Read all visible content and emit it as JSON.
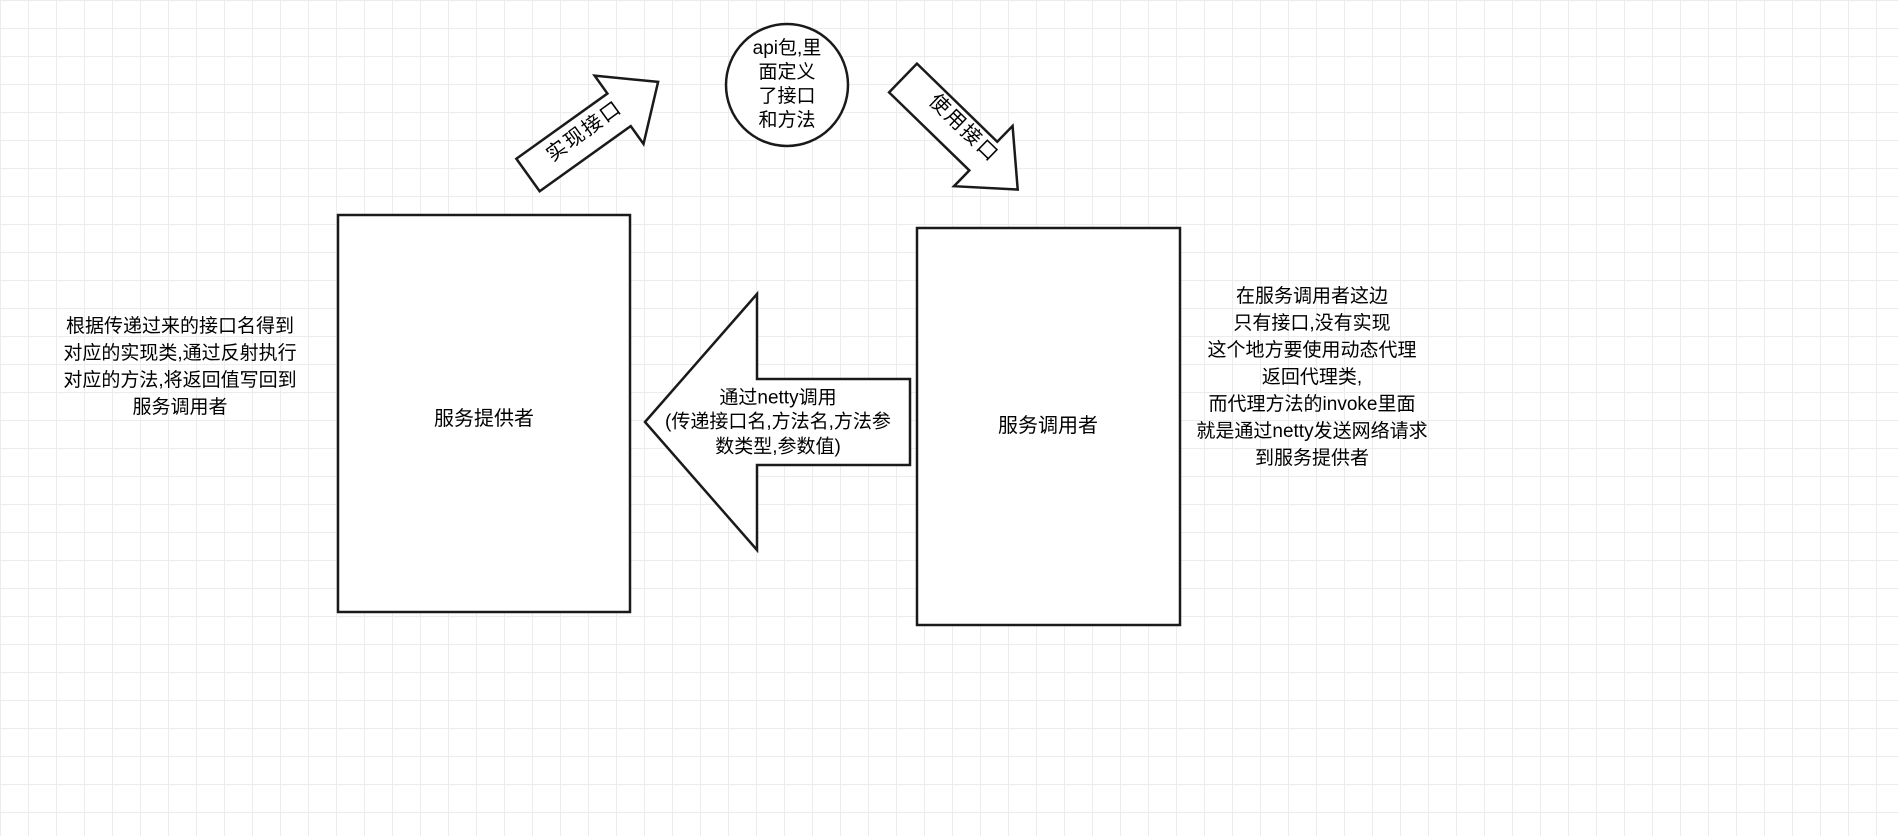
{
  "diagram": {
    "api_circle": {
      "label": "api包,里\n面定义\n了接口\n和方法"
    },
    "arrow_implement": {
      "label": "实现接口"
    },
    "arrow_use": {
      "label": "使用接口"
    },
    "provider_box": {
      "label": "服务提供者"
    },
    "caller_box": {
      "label": "服务调用者"
    },
    "netty_arrow": {
      "label": "通过netty调用\n(传递接口名,方法名,方法参\n数类型,参数值)"
    },
    "provider_note": {
      "text": "根据传递过来的接口名得到\n对应的实现类,通过反射执行\n对应的方法,将返回值写回到\n服务调用者"
    },
    "caller_note": {
      "text": "在服务调用者这边\n只有接口,没有实现\n这个地方要使用动态代理\n返回代理类,\n而代理方法的invoke里面\n就是通过netty发送网络请求\n到服务提供者"
    }
  },
  "colors": {
    "stroke": "#1a1a1a",
    "shape_fill": "#ffffff",
    "grid": "#ececec",
    "background": "#ffffff"
  }
}
